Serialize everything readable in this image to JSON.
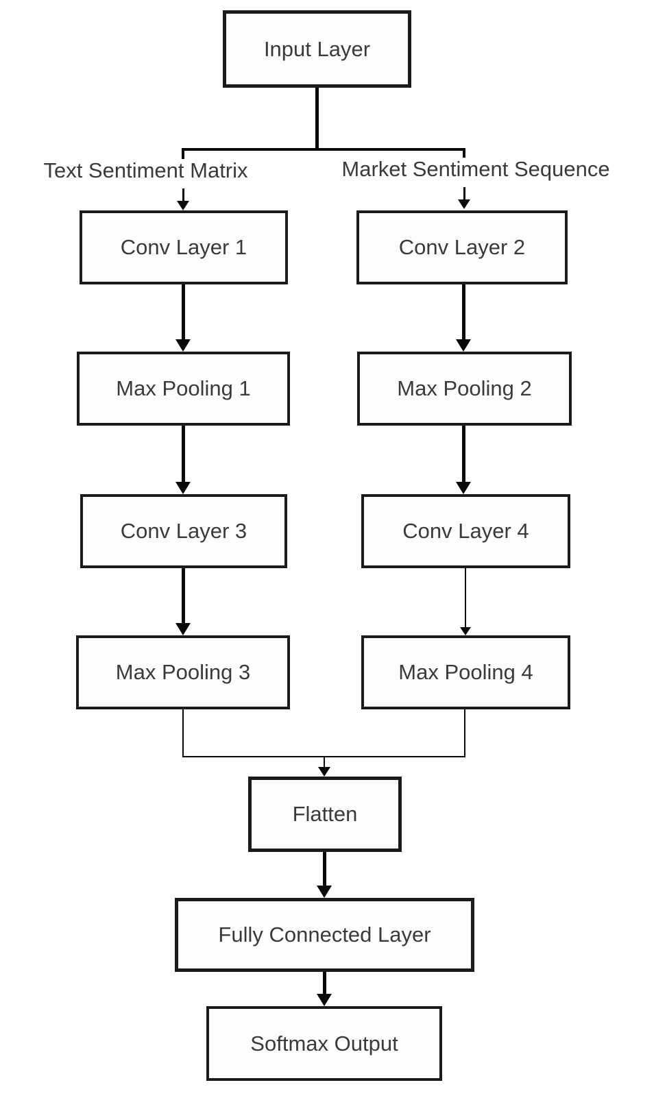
{
  "diagram": {
    "type": "flowchart",
    "colors": {
      "background": "#ffffff",
      "box_fill": "#fdfdfd",
      "border": "#1b1b1b",
      "text": "#3a3a3a",
      "line": "#0a0a0a"
    },
    "nodes": {
      "input": {
        "label": "Input Layer"
      },
      "conv1": {
        "label": "Conv Layer 1"
      },
      "conv2": {
        "label": "Conv Layer 2"
      },
      "maxpool1": {
        "label": "Max Pooling 1"
      },
      "maxpool2": {
        "label": "Max Pooling 2"
      },
      "conv3": {
        "label": "Conv Layer 3"
      },
      "conv4": {
        "label": "Conv Layer 4"
      },
      "maxpool3": {
        "label": "Max Pooling 3"
      },
      "maxpool4": {
        "label": "Max Pooling 4"
      },
      "flatten": {
        "label": "Flatten"
      },
      "fully_connected": {
        "label": "Fully Connected Layer"
      },
      "softmax": {
        "label": "Softmax Output"
      }
    },
    "branch_labels": {
      "left": "Text Sentiment Matrix",
      "right": "Market Sentiment Sequence"
    },
    "edges": [
      {
        "from": "Input Layer",
        "to": "Conv Layer 1",
        "via": "Text Sentiment Matrix"
      },
      {
        "from": "Input Layer",
        "to": "Conv Layer 2",
        "via": "Market Sentiment Sequence"
      },
      {
        "from": "Conv Layer 1",
        "to": "Max Pooling 1"
      },
      {
        "from": "Conv Layer 2",
        "to": "Max Pooling 2"
      },
      {
        "from": "Max Pooling 1",
        "to": "Conv Layer 3"
      },
      {
        "from": "Max Pooling 2",
        "to": "Conv Layer 4"
      },
      {
        "from": "Conv Layer 3",
        "to": "Max Pooling 3"
      },
      {
        "from": "Conv Layer 4",
        "to": "Max Pooling 4"
      },
      {
        "from": "Max Pooling 3",
        "to": "Flatten"
      },
      {
        "from": "Max Pooling 4",
        "to": "Flatten"
      },
      {
        "from": "Flatten",
        "to": "Fully Connected Layer"
      },
      {
        "from": "Fully Connected Layer",
        "to": "Softmax Output"
      }
    ]
  }
}
